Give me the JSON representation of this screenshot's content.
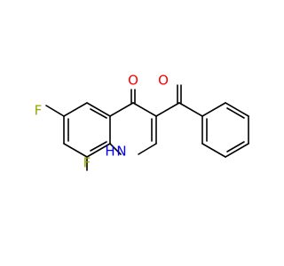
{
  "molecule": {
    "atoms": [
      {
        "label": "O",
        "color": "#ff0000"
      },
      {
        "label": "O",
        "color": "#ff0000"
      },
      {
        "label": "F",
        "color": "#99a600"
      },
      {
        "label": "F",
        "color": "#99a600"
      },
      {
        "label": "H",
        "color": "#0000ff"
      },
      {
        "label": "N",
        "color": "#0000ff"
      }
    ],
    "bond_color": "#000000",
    "background": "#ffffff"
  }
}
